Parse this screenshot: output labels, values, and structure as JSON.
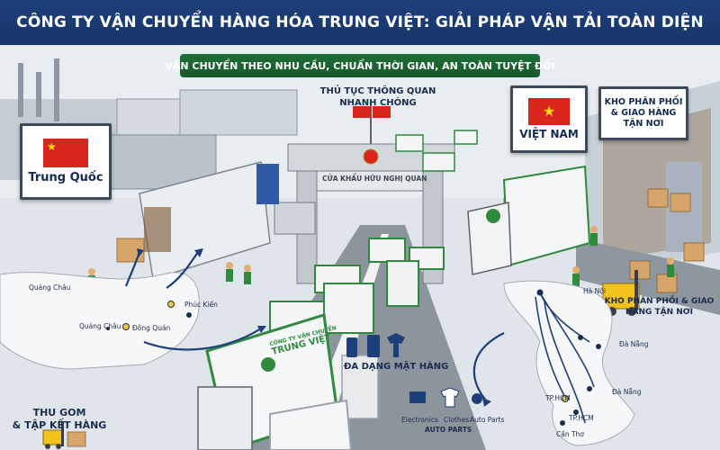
{
  "header": {
    "title": "CÔNG TY VẬN CHUYỂN HÀNG HÓA TRUNG VIỆT: GIẢI PHÁP VẬN TẢI TOÀN DIỆN"
  },
  "tagline": "VẬN CHUYỂN THEO NHU CẦU, CHUẨN THỜI GIAN, AN TOÀN TUYỆT ĐỐI",
  "signs": {
    "china": "Trung Quốc",
    "vietnam": "VIỆT NAM",
    "distribution_top": "KHO PHÂN PHỐI & GIAO HÀNG TẬN NƠI"
  },
  "customs": {
    "label": "THỦ TỤC THÔNG QUAN NHANH CHÓNG",
    "gate": "CỬA KHẨU HỮU NGHỊ QUAN"
  },
  "truck_brand": {
    "line1": "CÔNG TY VẬN CHUYỂN",
    "line2": "TRUNG VIỆT"
  },
  "china_map": {
    "cities": [
      "Quảng Châu",
      "Phúc Kiến",
      "Quảng Châu",
      "Đông Quản"
    ]
  },
  "vietnam_map": {
    "cities": [
      "Hà Nội",
      "Đà Nẵng",
      "Đà Nẵng",
      "TP.HCM",
      "TP.HCM",
      "Cần Thơ"
    ],
    "label": "KHO PHÂN PHỐI & GIAO HÀNG TẬN NƠI"
  },
  "products": {
    "title": "ĐA DẠNG MẶT HÀNG",
    "items": [
      "Electronics",
      "Clothes",
      "Auto Parts"
    ],
    "footer": "AUTO PARTS"
  },
  "collection": {
    "line1": "THU GOM",
    "line2": "& TẬP KẾT HÀNG"
  },
  "colors": {
    "header": "#1d3f7a",
    "tagline": "#1f6e36",
    "truck_green": "#2f8a3e",
    "flag_red": "#da251d",
    "flag_yellow": "#ffde00"
  }
}
